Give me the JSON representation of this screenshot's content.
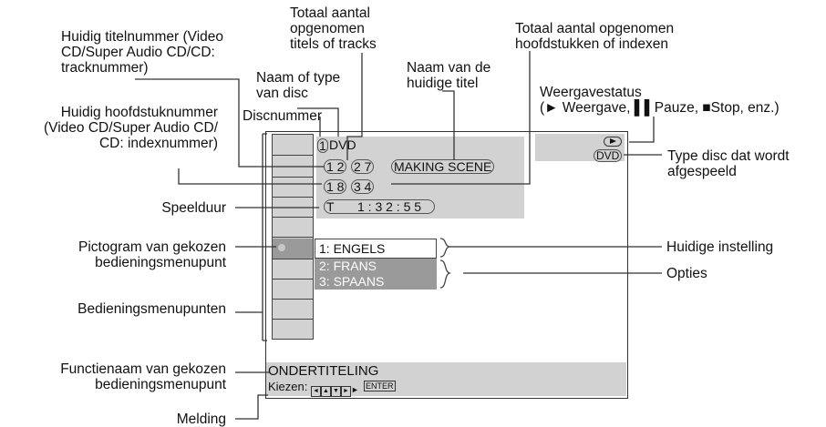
{
  "labels": {
    "huidig_titelnummer": [
      "Huidig titelnummer (Video",
      "CD/Super Audio CD/CD:",
      "tracknummer)"
    ],
    "totaal_titels": [
      "Totaal aantal",
      "opgenomen",
      "titels of tracks"
    ],
    "totaal_hoofdstukken": [
      "Totaal aantal opgenomen",
      "hoofdstukken of indexen"
    ],
    "naam_type_disc": [
      "Naam of type",
      "van disc"
    ],
    "naam_titel": [
      "Naam van de",
      "huidige titel"
    ],
    "weergavestatus": [
      "Weergavestatus",
      "(► Weergave, ▌▌Pauze, ■Stop, enz.)"
    ],
    "huidig_hoofdstuk": [
      "Huidig hoofdstuknummer",
      "(Video CD/Super Audio CD/",
      "CD: indexnummer)"
    ],
    "discnummer": "Discnummer",
    "type_disc": [
      "Type disc dat wordt",
      "afgespeeld"
    ],
    "speelduur": "Speelduur",
    "pictogram": [
      "Pictogram van gekozen",
      "bedieningsmenupunt"
    ],
    "huidige_instelling": "Huidige instelling",
    "opties": "Opties",
    "bedieningsmenupunten": "Bedieningsmenupunten",
    "functienaam": [
      "Functienaam van gekozen",
      "bedieningsmenupunt"
    ],
    "melding": "Melding"
  },
  "screen": {
    "disc_number": "1",
    "disc_type": "DVD",
    "title_num": "1 2",
    "title_total": "2 7",
    "title_name": "MAKING SCENE",
    "chapter_num": "1 8",
    "chapter_total": "3 4",
    "time_prefix": "T",
    "time_value": "1 : 3 2 : 5 5",
    "status_badge": "DVD",
    "options": [
      "1: ENGELS",
      "2: FRANS",
      "3: SPAANS"
    ],
    "function_name": "ONDERTITELING",
    "message_prefix": "Kiezen:",
    "message_enter": "ENTER"
  }
}
